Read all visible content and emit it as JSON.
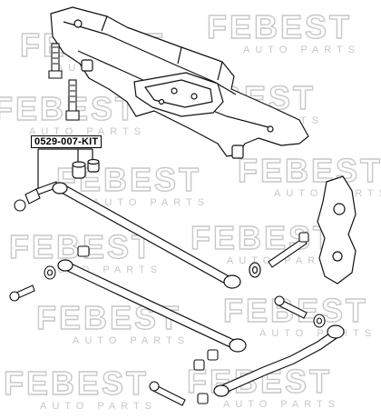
{
  "part_label": "0529-007-KIT",
  "watermark": {
    "brand": "FEBEST",
    "tagline": "AUTO PARTS",
    "color": "#c8c8c8"
  },
  "colors": {
    "line": "#111111",
    "fill": "#ffffff"
  }
}
